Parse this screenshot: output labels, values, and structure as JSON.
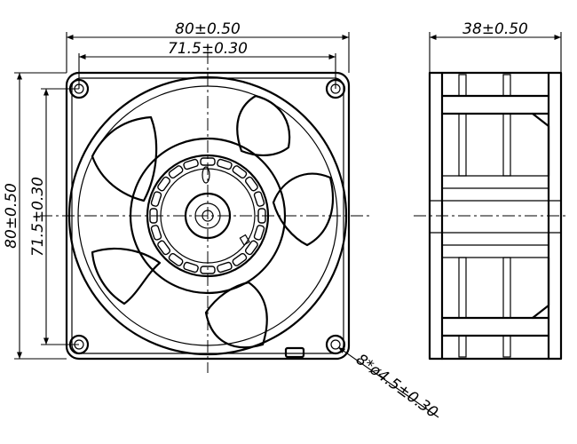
{
  "front_view": {
    "frame_width": "80±0.50",
    "hole_spacing_width": "71.5±0.30",
    "frame_height": "80±0.50",
    "hole_spacing_height": "71.5±0.30",
    "hole_callout": "8*ø4.5±0.30"
  },
  "side_view": {
    "depth": "38±0.50"
  }
}
